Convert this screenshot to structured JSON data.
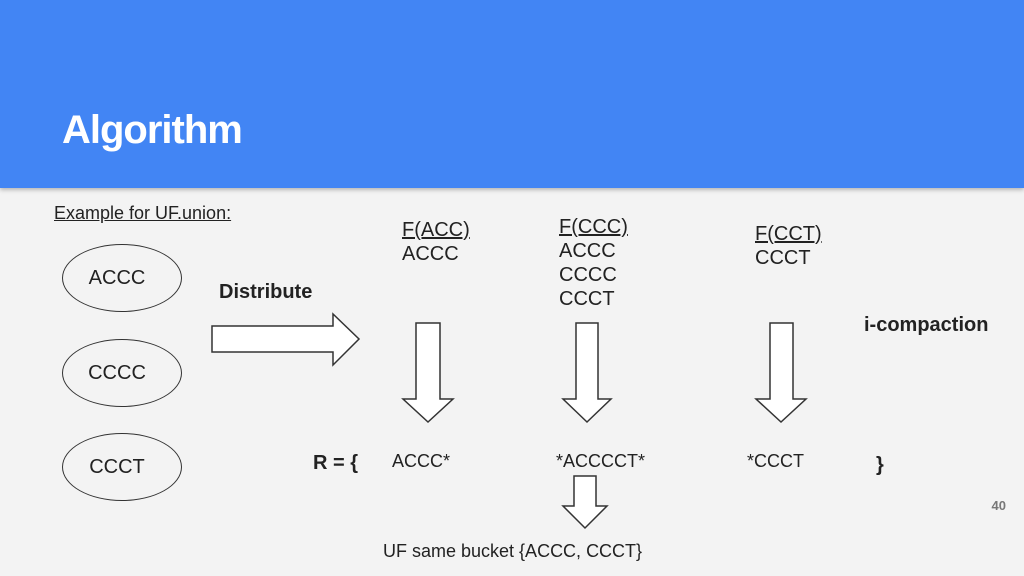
{
  "slide": {
    "title": "Algorithm",
    "page_number": "40"
  },
  "example_label": "Example for UF.union:",
  "ellipses": [
    "ACCC",
    "CCCC",
    "CCCT"
  ],
  "distribute_label": "Distribute",
  "compaction_label": "i-compaction",
  "groups": [
    {
      "header": "F(ACC)",
      "items": [
        "ACCC"
      ]
    },
    {
      "header": "F(CCC)",
      "items": [
        "ACCC",
        "CCCC",
        "CCCT"
      ]
    },
    {
      "header": "F(CCT)",
      "items": [
        "CCCT"
      ]
    }
  ],
  "result": {
    "open": "R = {",
    "values": [
      "ACCC*",
      "*ACCCCT*",
      "*CCCT"
    ],
    "close": "}"
  },
  "bottom_label": "UF same bucket {ACCC, CCCT}",
  "colors": {
    "header_bg": "#4285f4",
    "background": "#f3f3f3"
  }
}
